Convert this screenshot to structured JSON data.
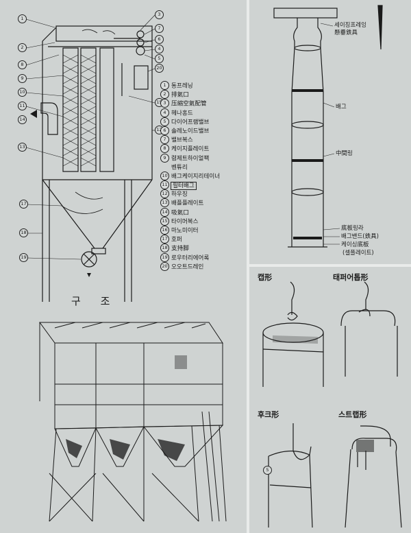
{
  "main": {
    "caption": "구 조",
    "legend": [
      {
        "num": "1",
        "text": "동프레닝"
      },
      {
        "num": "2",
        "text": "排氣口"
      },
      {
        "num": "3",
        "text": "压縮空氣配管"
      },
      {
        "num": "4",
        "text": "헤나홍드"
      },
      {
        "num": "5",
        "text": "다이어프램밸브"
      },
      {
        "num": "6",
        "text": "솔레노이드밸브"
      },
      {
        "num": "7",
        "text": "밸브복스"
      },
      {
        "num": "8",
        "text": "케이지플레이트"
      },
      {
        "num": "9",
        "text": "렴제트하이얼팩"
      },
      {
        "num": "",
        "text": "벤튜리"
      },
      {
        "num": "10",
        "text": "배그케이지리테이너"
      },
      {
        "num": "11",
        "text": "필터배그",
        "boxed": true
      },
      {
        "num": "12",
        "text": "하우징"
      },
      {
        "num": "13",
        "text": "배플플레이트"
      },
      {
        "num": "14",
        "text": "吸氣口"
      },
      {
        "num": "15",
        "text": "타이머복스"
      },
      {
        "num": "16",
        "text": "마노미이터"
      },
      {
        "num": "17",
        "text": "호퍼"
      },
      {
        "num": "18",
        "text": "支持脚"
      },
      {
        "num": "19",
        "text": "로우터리에어록"
      },
      {
        "num": "20",
        "text": "오오트드레인"
      }
    ],
    "callouts_left": [
      "1",
      "2",
      "8",
      "9",
      "10",
      "11",
      "14",
      "13",
      "17",
      "18",
      "19"
    ],
    "callouts_right": [
      "3",
      "7",
      "6",
      "4",
      "5",
      "20",
      "15",
      "12"
    ]
  },
  "bag": {
    "labels": {
      "ring": "세이징프레잉",
      "ring2": "懸垂鉄具",
      "bag": "배그",
      "mid": "中間링",
      "bottom1": "底板링라",
      "bottom2": "배그밴드(鉄具)",
      "bottom3": "케이싱底板",
      "bottom4": "(셀플레이트)"
    }
  },
  "hooks": {
    "cap": "캡形",
    "tape": "태퍼어톱形",
    "hook": "후크形",
    "strap": "스트랩形",
    "circled": "5"
  }
}
